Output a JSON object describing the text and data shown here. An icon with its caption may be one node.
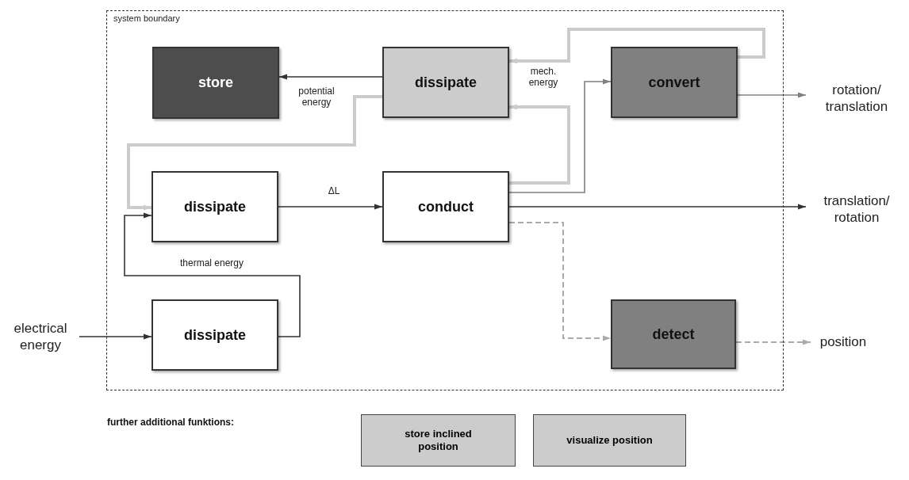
{
  "diagram": {
    "nodes": [
      {
        "text": [
          "system boundary"
        ]
      },
      {
        "text": [
          "store"
        ],
        "in": 0
      },
      {
        "text": [
          "dissipate"
        ],
        "in": 0
      },
      {
        "text": [
          "convert"
        ],
        "in": 0
      },
      {
        "text": [
          "dissipate"
        ],
        "in": 0
      },
      {
        "text": [
          "conduct"
        ],
        "in": 0
      },
      {
        "text": [
          "dissipate"
        ],
        "in": 0
      },
      {
        "text": [
          "detect"
        ],
        "in": 0
      },
      {
        "text": [
          "electrical energy"
        ]
      },
      {
        "text": [
          "rotation/ translation"
        ]
      },
      {
        "text": [
          "translation/ rotation"
        ]
      },
      {
        "text": [
          "position"
        ]
      },
      {
        "text": [
          "store inclined position"
        ]
      },
      {
        "text": [
          "visualize position"
        ]
      }
    ],
    "edges": [
      {
        "from": 2,
        "to": 1,
        "arrow": "to",
        "label": "potential energy"
      },
      {
        "from": 2,
        "to": 4,
        "arrow": "to",
        "style": "thick",
        "color": "#cccccc"
      },
      {
        "from": 4,
        "to": 5,
        "arrow": "to",
        "label": "ΔL"
      },
      {
        "from": 6,
        "to": 4,
        "arrow": "to",
        "label": "thermal energy"
      },
      {
        "from": 8,
        "to": 6,
        "arrow": "to"
      },
      {
        "from": 5,
        "to": 2,
        "arrow": "to",
        "style": "thick",
        "color": "#cccccc",
        "label": "mech. energy"
      },
      {
        "from": 3,
        "to": 2,
        "arrow": "to",
        "style": "thick",
        "color": "#cccccc"
      },
      {
        "from": 5,
        "to": 3,
        "arrow": "to",
        "color": "#808080"
      },
      {
        "from": 3,
        "to": 9,
        "arrow": "to",
        "color": "#808080"
      },
      {
        "from": 5,
        "to": 10,
        "arrow": "to"
      },
      {
        "from": 5,
        "to": 7,
        "arrow": "to",
        "style": "dashed",
        "color": "#aaaaaa"
      },
      {
        "from": 7,
        "to": 11,
        "arrow": "to",
        "style": "dashed",
        "color": "#aaaaaa"
      }
    ],
    "labels": [
      "further additional funktions:"
    ]
  }
}
